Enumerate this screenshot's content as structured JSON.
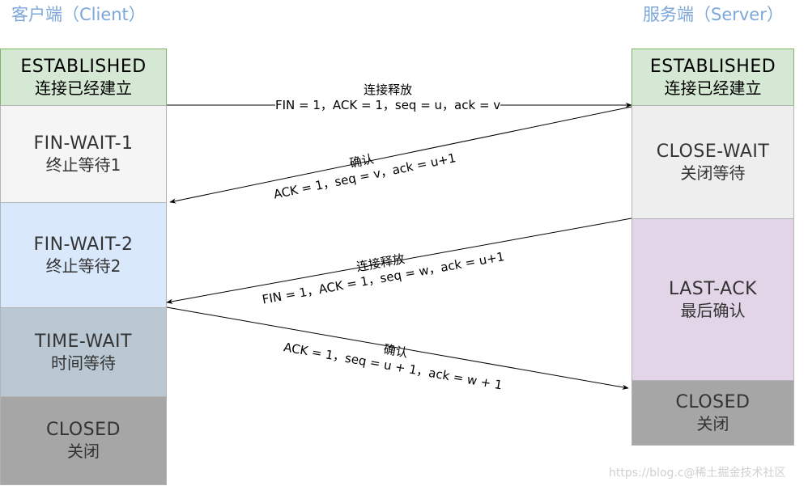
{
  "client": {
    "title": "客户端（Client）",
    "states": [
      {
        "en": "ESTABLISHED",
        "zh": "连接已经建立",
        "color": "#d5e8d4"
      },
      {
        "en": "FIN-WAIT-1",
        "zh": "终止等待1",
        "color": "#f5f5f5"
      },
      {
        "en": "FIN-WAIT-2",
        "zh": "终止等待2",
        "color": "#dae8fc"
      },
      {
        "en": "TIME-WAIT",
        "zh": "时间等待",
        "color": "#bac8d3"
      },
      {
        "en": "CLOSED",
        "zh": "关闭",
        "color": "#a6a6a6"
      }
    ]
  },
  "server": {
    "title": "服务端（Server）",
    "states": [
      {
        "en": "ESTABLISHED",
        "zh": "连接已经建立",
        "color": "#d5e8d4"
      },
      {
        "en": "CLOSE-WAIT",
        "zh": "关闭等待",
        "color": "#eeeeee"
      },
      {
        "en": "LAST-ACK",
        "zh": "最后确认",
        "color": "#e1d5e7"
      },
      {
        "en": "CLOSED",
        "zh": "关闭",
        "color": "#a6a6a6"
      }
    ]
  },
  "messages": [
    {
      "title": "连接释放",
      "detail": "FIN = 1，ACK = 1，seq = u，ack = v"
    },
    {
      "title": "确认",
      "detail": "ACK = 1，seq = v，ack = u+1"
    },
    {
      "title": "连接释放",
      "detail": "FIN = 1，ACK = 1，seq = w，ack = u+1"
    },
    {
      "title": "确认",
      "detail": "ACK = 1，seq = u + 1，ack = w + 1"
    }
  ],
  "watermark": "https://blog.c@稀土掘金技术社区"
}
